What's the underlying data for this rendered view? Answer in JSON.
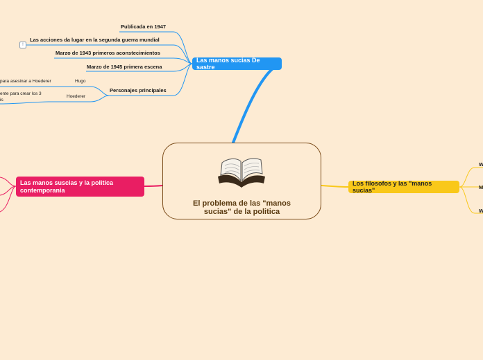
{
  "central": {
    "title": "El problema de las \"manos sucias\" de la politica",
    "image_icon": "open-book-icon"
  },
  "topics": {
    "blue": {
      "label": "Las manos sucias De sastre",
      "color": "#2196f3",
      "children": {
        "publicada": "Publicada en 1947",
        "acciones": "Las acciones da lugar en la segunda guerra mundial",
        "marzo1943": "Marzo de 1943 primeros aconstecimientos",
        "marzo1945": "Marzo de 1945 primera escena",
        "personajes": "Personajes principales",
        "hugo": "Hugo",
        "hugo_detail": "para asesinar a Hoederer",
        "hoederer": "Hoederer",
        "hoederer_detail_1": "ente para crear los 3",
        "hoederer_detail_2": "is"
      },
      "note_icon": "note-icon"
    },
    "pink": {
      "label": "Las manos suscias y la politica contemporania",
      "color": "#e91e63"
    },
    "yellow": {
      "label": "Los filosofos y las \"manos sucias\"",
      "color": "#f9c81a",
      "children": {
        "c1": "W",
        "c2": "M",
        "c3": "W"
      }
    }
  }
}
